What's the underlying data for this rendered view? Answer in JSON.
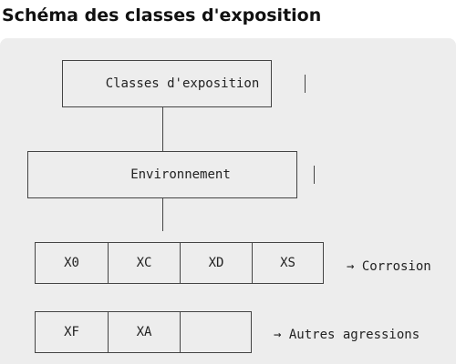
{
  "title": "Schéma des classes d'exposition",
  "diagram": {
    "root": "Classes d'exposition",
    "middle": "Environnement",
    "row1": {
      "cells": [
        "X0",
        "XC",
        "XD",
        "XS"
      ],
      "note": "→ Corrosion"
    },
    "row2": {
      "cells": [
        "XF",
        "XA",
        ""
      ],
      "note": "→ Autres agressions"
    }
  }
}
